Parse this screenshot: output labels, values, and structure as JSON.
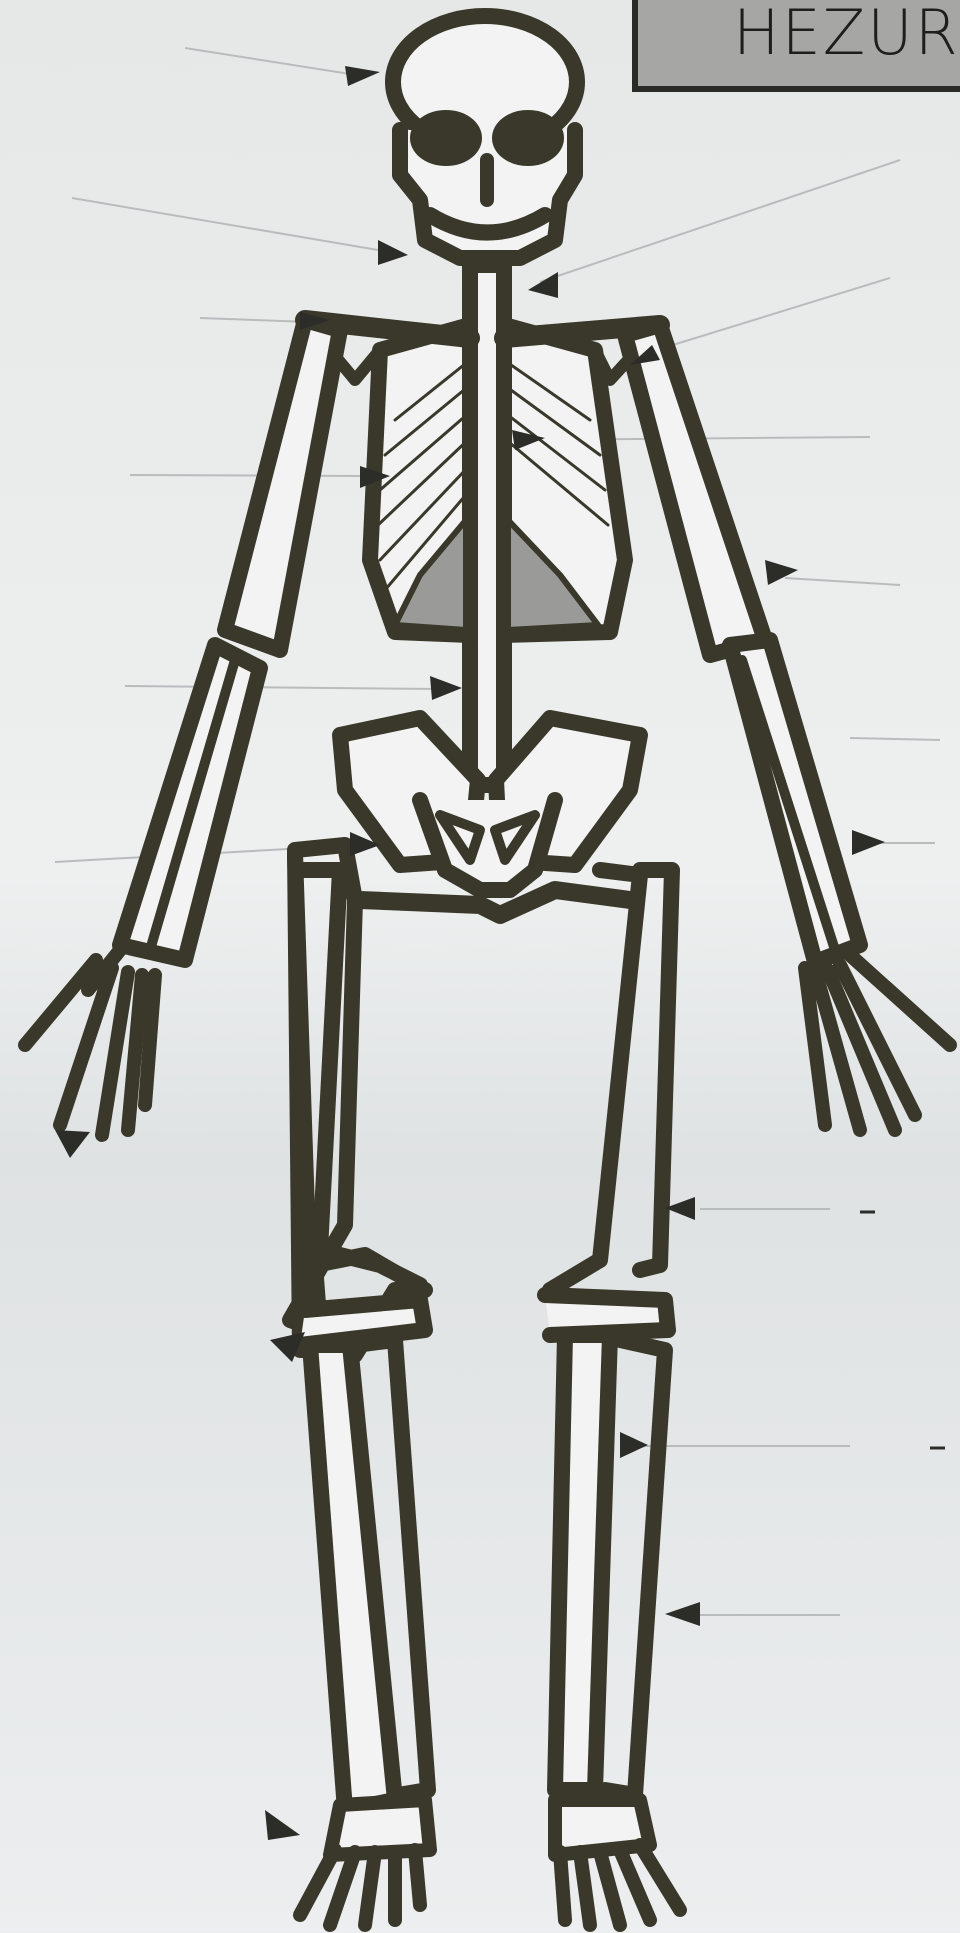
{
  "header": {
    "title": "HEZURI"
  },
  "colors": {
    "bone_outline": "#39382a",
    "bone_fill": "#f2f3f2",
    "lung_fill": "#9a9a98",
    "label_line": "#b9bcbd",
    "pointer": "#2c2c28",
    "title_box": "#a6a6a4"
  },
  "figure": {
    "subject": "skeleton",
    "label_blank_count": 17
  }
}
